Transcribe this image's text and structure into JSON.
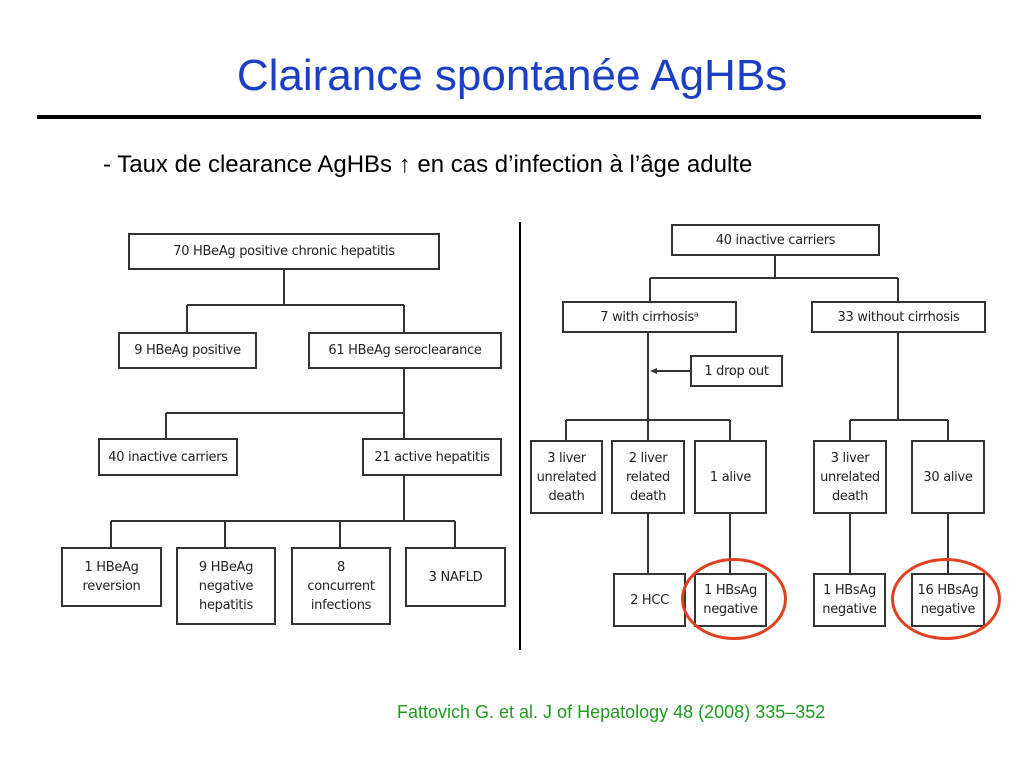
{
  "slide": {
    "title": "Clairance spontanée AgHBs",
    "subtitle": "- Taux de clearance AgHBs ↑ en cas d’infection à l’âge adulte",
    "citation": "Fattovich G. et al. J of Hepatology 48 (2008) 335–352",
    "colors": {
      "title": "#1a3fc4",
      "citation": "#1f9a1f",
      "highlight": "#e0401f"
    }
  },
  "left_tree": {
    "root": "70 HBeAg positive chronic hepatitis",
    "level1": [
      "9 HBeAg positive",
      "61 HBeAg seroclearance"
    ],
    "level2": [
      "40 inactive carriers",
      "21 active hepatitis"
    ],
    "level3": [
      "1 HBeAg\nreversion",
      "9 HBeAg\nnegative\nhepatitis",
      "8\nconcurrent\ninfections",
      "3 NAFLD"
    ]
  },
  "right_tree": {
    "root": "40 inactive carriers",
    "level1": [
      "7 with cirrhosisᵃ",
      "33 without cirrhosis"
    ],
    "drop_out": "1 drop out",
    "level2_cirrhosis": [
      "3 liver\nunrelated\ndeath",
      "2 liver\nrelated\ndeath",
      "1 alive"
    ],
    "level2_no_cirrhosis": [
      "3 liver\nunrelated\ndeath",
      "30 alive"
    ],
    "level3": [
      "2 HCC",
      "1 HBsAg\nnegative",
      "1 HBsAg\nnegative",
      "16 HBsAg\nnegative"
    ],
    "highlighted": [
      "1 HBsAg negative (cirrhosis)",
      "16 HBsAg negative (no cirrhosis)"
    ]
  }
}
